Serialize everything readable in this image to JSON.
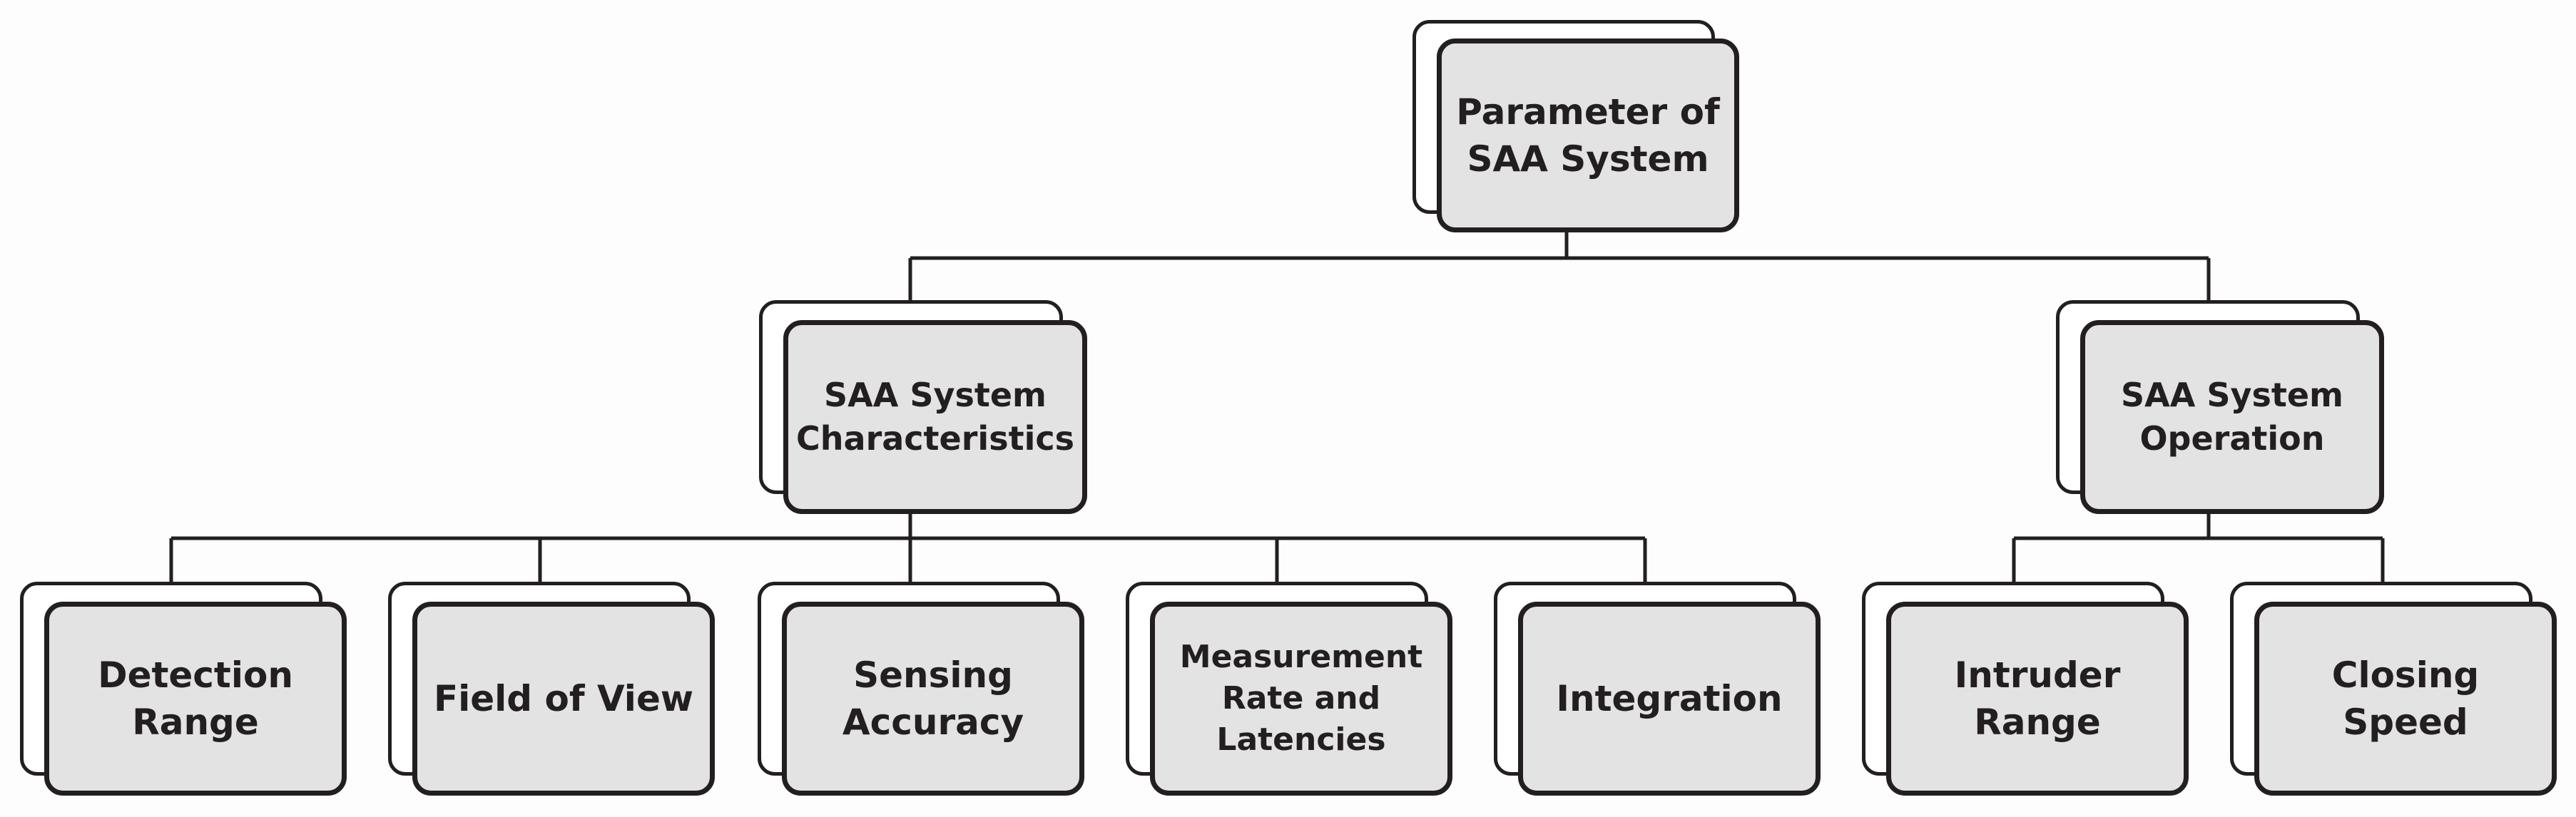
{
  "diagram": {
    "root": {
      "label": "Parameter of\nSAA System"
    },
    "groups": [
      {
        "label": "SAA System\nCharacteristics",
        "children": [
          {
            "label": "Detection\nRange"
          },
          {
            "label": "Field of View"
          },
          {
            "label": "Sensing\nAccuracy"
          },
          {
            "label": "Measurement\nRate and\nLatencies"
          },
          {
            "label": "Integration"
          }
        ]
      },
      {
        "label": "SAA System\nOperation",
        "children": [
          {
            "label": "Intruder\nRange"
          },
          {
            "label": "Closing\nSpeed"
          }
        ]
      }
    ],
    "colors": {
      "box_fill": "#e2e3e2",
      "shadow_fill": "#ffffff",
      "outline": "#231f20",
      "background": "#fdfdfd"
    }
  }
}
